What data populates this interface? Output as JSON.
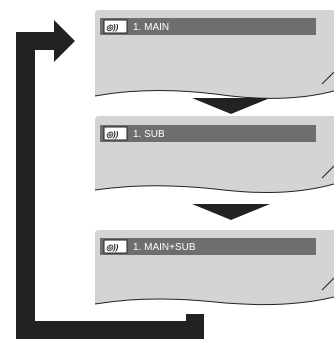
{
  "screens": [
    {
      "icon": "audio-icon",
      "icon_text": "◎))",
      "label": "1. MAIN"
    },
    {
      "icon": "audio-icon",
      "icon_text": "◎))",
      "label": "1. SUB"
    },
    {
      "icon": "audio-icon",
      "icon_text": "◎))",
      "label": "1. MAIN+SUB"
    }
  ],
  "colors": {
    "screen_fill": "#d4d4d4",
    "label_bar": "#6e6e6e",
    "arrow": "#222222"
  }
}
